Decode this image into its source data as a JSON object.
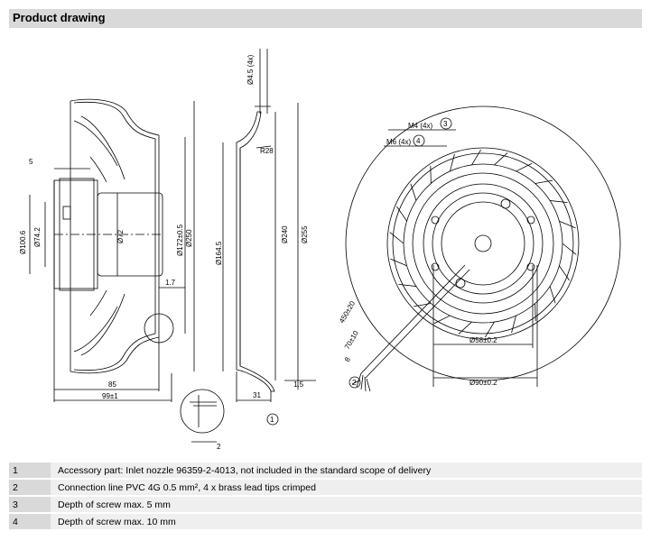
{
  "header": {
    "title": "Product drawing"
  },
  "side_view": {
    "dim_5": "5",
    "dim_100_8": "Ø100.6",
    "dim_74_2": "Ø74.2",
    "dim_72": "Ø72",
    "dim_172": "Ø172±0.5",
    "dim_250": "Ø250",
    "dim_1_7": "1.7",
    "dim_85": "85",
    "dim_99": "99±1",
    "dim_2": "2"
  },
  "nozzle_view": {
    "dim_4_5": "Ø4.5 (4x)",
    "dim_r28": "R28",
    "dim_164_5": "Ø164.5",
    "dim_240": "Ø240",
    "dim_255": "Ø255",
    "dim_31": "31",
    "dim_1_5": "1.5",
    "callout_1": "1"
  },
  "front_view": {
    "dim_m4": "M4 (4x)",
    "callout_3": "3",
    "dim_m6": "M6 (4x)",
    "callout_4": "4",
    "dim_450": "450±20",
    "dim_70": "70±10",
    "dim_8": "8",
    "callout_2": "2",
    "dim_58": "Ø58±0.2",
    "dim_90": "Ø90±0.2"
  },
  "notes": [
    {
      "num": "1",
      "text": "Accessory part: Inlet nozzle 96359-2-4013, not included in the standard scope of delivery"
    },
    {
      "num": "2",
      "text": "Connection line PVC 4G 0.5 mm², 4 x brass lead tips crimped"
    },
    {
      "num": "3",
      "text": "Depth of screw max. 5 mm"
    },
    {
      "num": "4",
      "text": "Depth of screw max. 10 mm"
    }
  ]
}
